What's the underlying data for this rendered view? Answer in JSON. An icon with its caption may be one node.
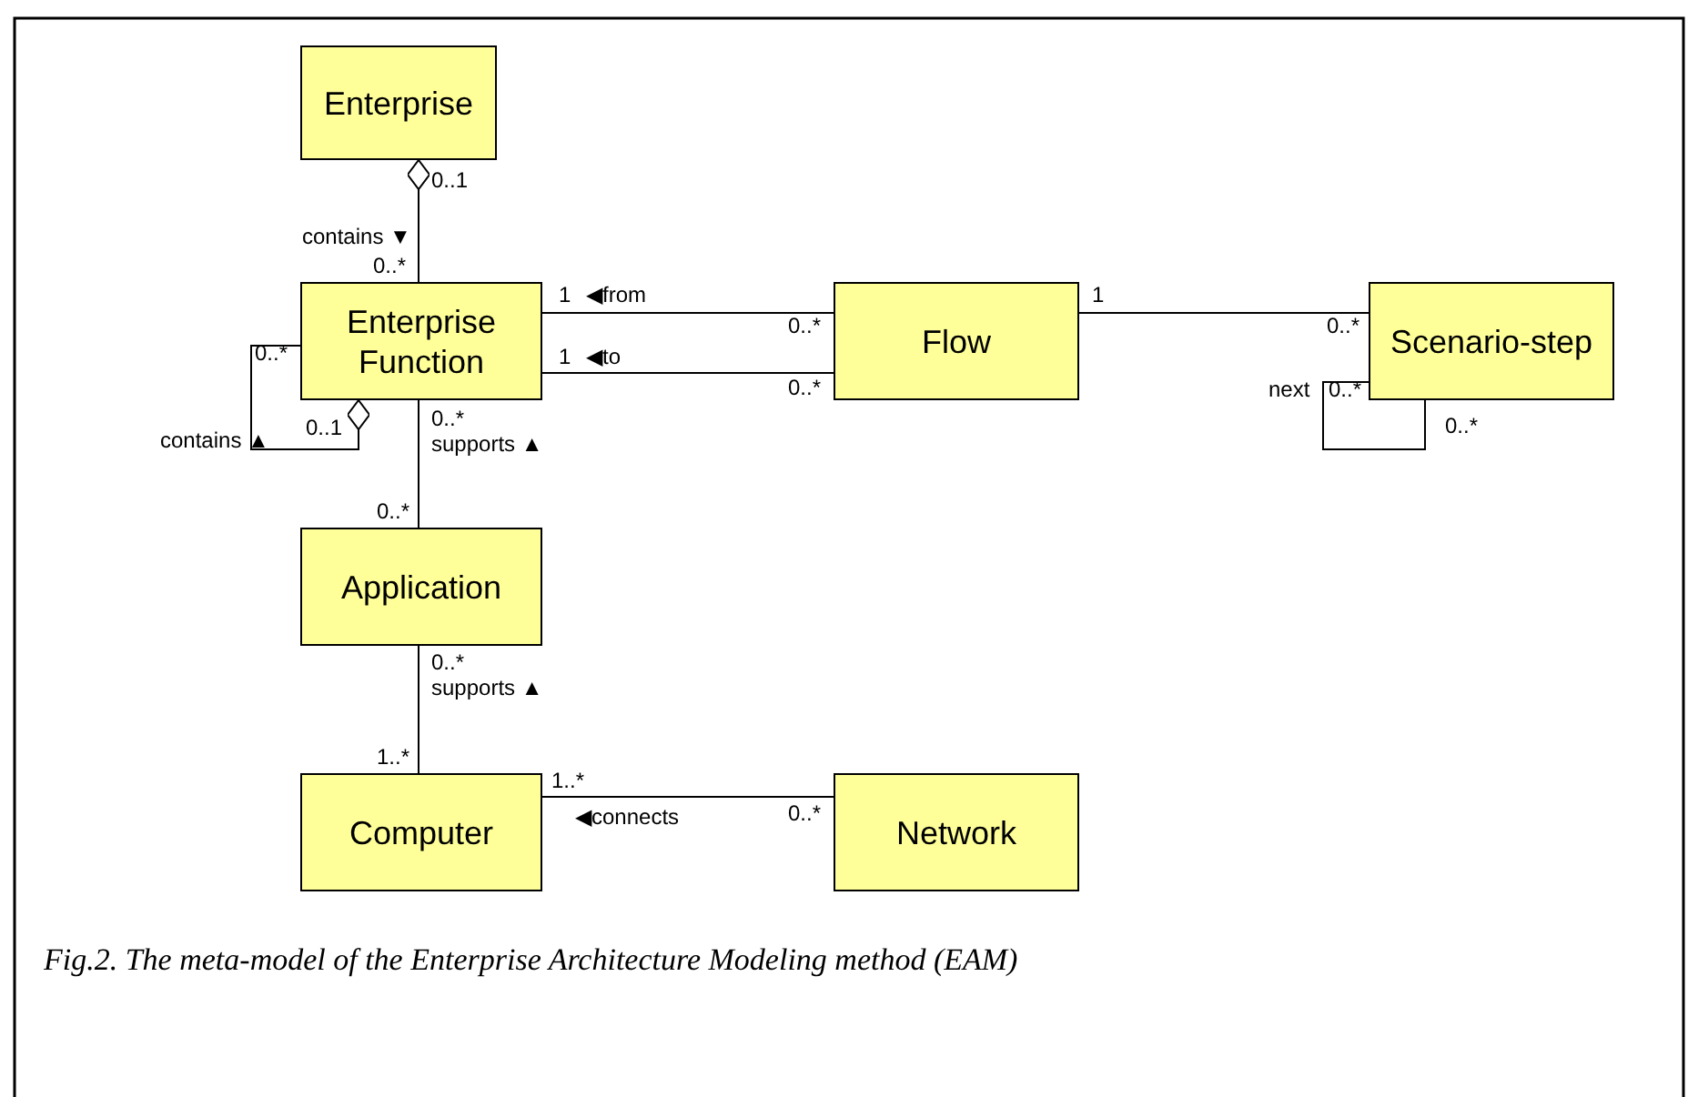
{
  "diagram": {
    "caption": "Fig.2. The meta-model of the Enterprise Architecture Modeling method (EAM)",
    "nodes": [
      {
        "text": [
          "Enterprise"
        ]
      },
      {
        "text": [
          "Enterprise Function"
        ]
      },
      {
        "text": [
          "Flow"
        ]
      },
      {
        "text": [
          "Scenario-step"
        ]
      },
      {
        "text": [
          "Application"
        ]
      },
      {
        "text": [
          "Computer"
        ]
      },
      {
        "text": [
          "Network"
        ]
      }
    ],
    "edges": [
      {
        "from": 0,
        "to": 1,
        "arrow": "other",
        "label": "contains ▼"
      },
      {
        "from": 1,
        "to": 1,
        "arrow": "other",
        "label": "contains ▲"
      },
      {
        "from": 1,
        "to": 2,
        "arrow": "none",
        "label": "◀from"
      },
      {
        "from": 1,
        "to": 2,
        "arrow": "none",
        "label": "◀to"
      },
      {
        "from": 2,
        "to": 3,
        "arrow": "none"
      },
      {
        "from": 3,
        "to": 3,
        "arrow": "none",
        "label": "next"
      },
      {
        "from": 1,
        "to": 4,
        "arrow": "none",
        "label": "supports ▲"
      },
      {
        "from": 4,
        "to": 5,
        "arrow": "none",
        "label": "supports ▲"
      },
      {
        "from": 5,
        "to": 6,
        "arrow": "none",
        "label": "◀connects"
      }
    ],
    "labels": [
      "0..1",
      "0..*",
      "1",
      "0..*",
      "1",
      "0..*",
      "1",
      "0..*",
      "0..*",
      "0..1",
      "0..*",
      "0..*",
      "0..*",
      "0..*",
      "0..*",
      "1..*",
      "1..*",
      "0..*"
    ]
  }
}
